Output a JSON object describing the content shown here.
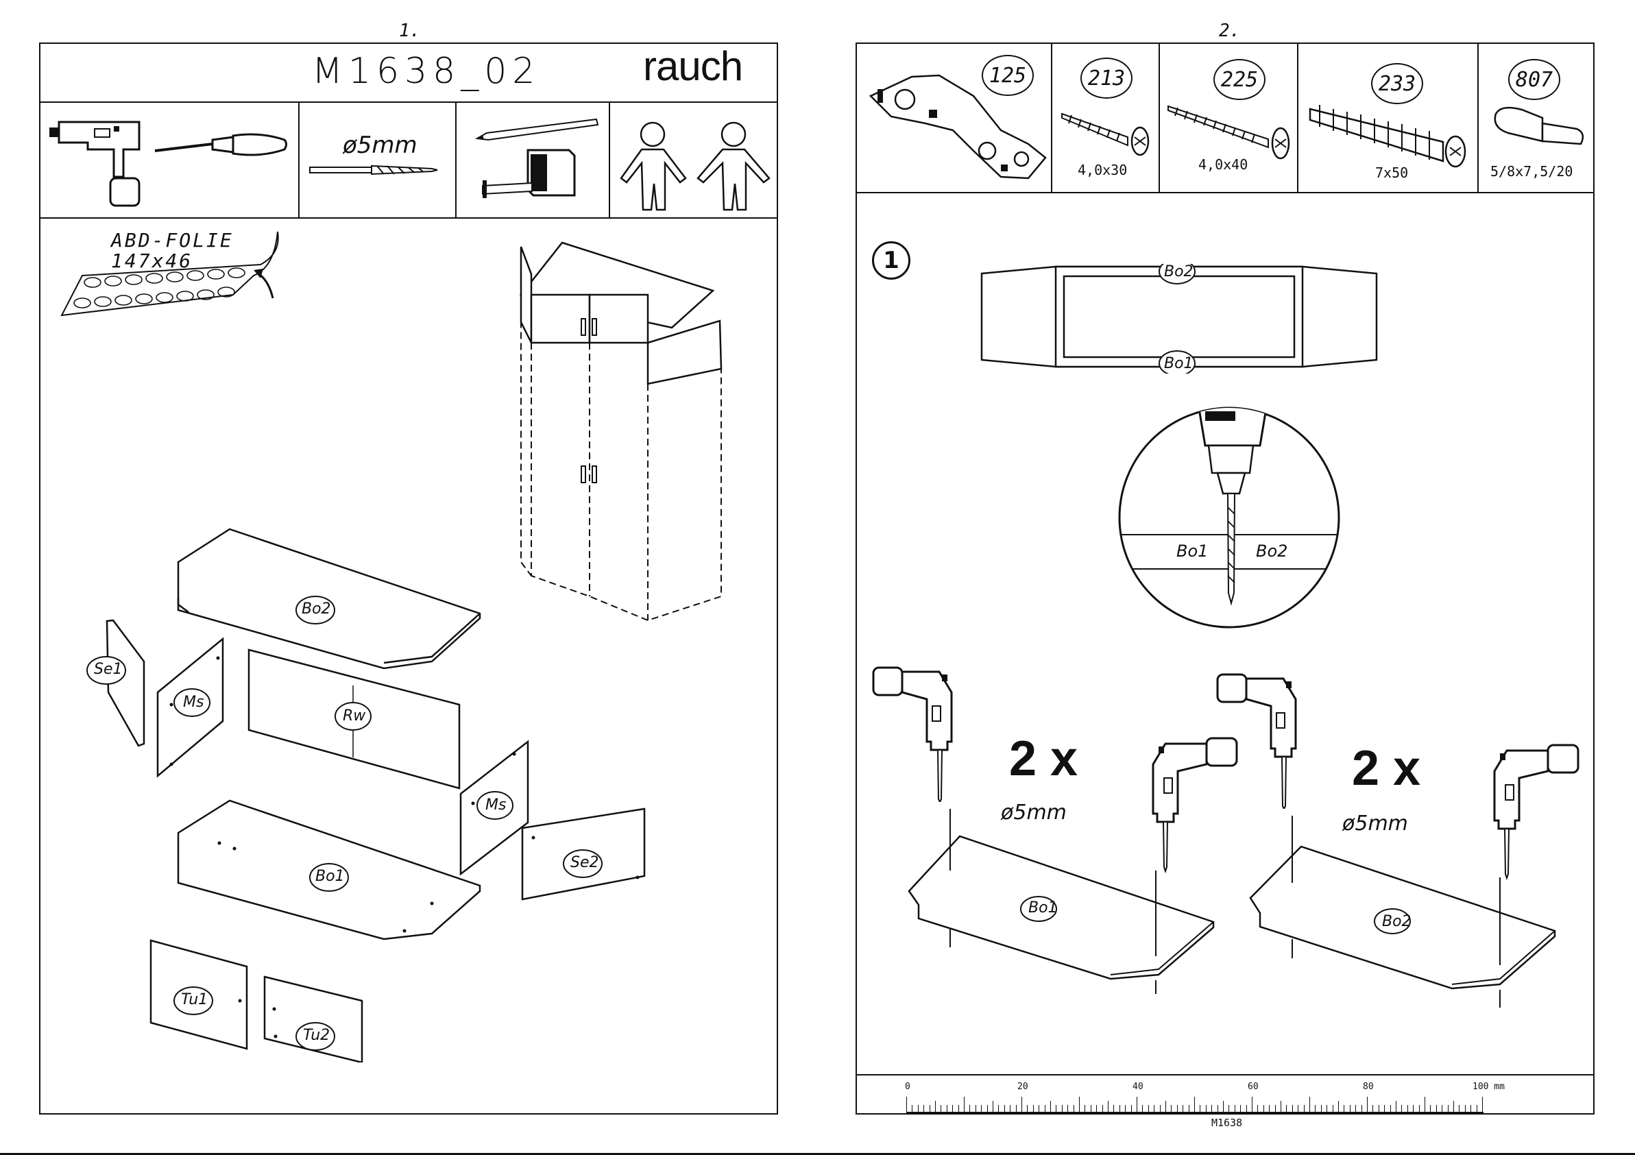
{
  "page1": {
    "number": "1.",
    "model_code": "M1638_02",
    "brand": "rauch",
    "tools": [
      "drill-icon",
      "screwdriver-icon",
      "drill-bit-icon",
      "pencil-icon",
      "tape-measure-icon",
      "two-persons-icon"
    ],
    "drill_bit_label": "ø5mm",
    "foil_label_line1": "ABD-FOLIE",
    "foil_label_line2": "147x46",
    "parts": {
      "bo2": "Bo2",
      "se1": "Se1",
      "ms_left": "Ms",
      "rw": "Rw",
      "ms_right": "Ms",
      "bo1": "Bo1",
      "se2": "Se2",
      "tu1": "Tu1",
      "tu2": "Tu2"
    }
  },
  "page2": {
    "number": "2.",
    "hardware": [
      {
        "id": "125",
        "size": "",
        "icon": "hinge-icon"
      },
      {
        "id": "213",
        "size": "4,0x30",
        "icon": "screw-short-icon"
      },
      {
        "id": "225",
        "size": "4,0x40",
        "icon": "screw-long-icon"
      },
      {
        "id": "233",
        "size": "7x50",
        "icon": "wall-plug-icon"
      },
      {
        "id": "807",
        "size": "5/8x7,5/20",
        "icon": "shelf-pin-icon"
      }
    ],
    "step_number": "1",
    "top_bo2": "Bo2",
    "top_bo1": "Bo1",
    "detail_bo1": "Bo1",
    "detail_bo2": "Bo2",
    "left_count": "2 x",
    "left_diameter": "ø5mm",
    "left_part": "Bo1",
    "right_count": "2 x",
    "right_diameter": "ø5mm",
    "right_part": "Bo2",
    "ruler": {
      "labels": [
        "0",
        "20",
        "40",
        "60",
        "80",
        "100 mm"
      ],
      "code": "M1638"
    }
  }
}
